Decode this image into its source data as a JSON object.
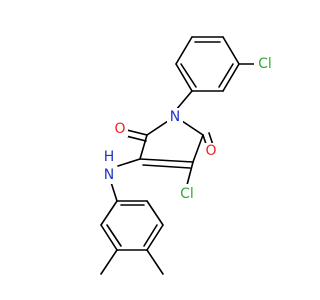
{
  "molecule": {
    "labels": {
      "cl_top": "Cl",
      "n_ring": "N",
      "o_left": "O",
      "o_right": "O",
      "nh": "N",
      "nh_h": "H",
      "cl_bottom": "Cl"
    },
    "colors": {
      "chlorine": "#33aa33",
      "nitrogen": "#2233cc",
      "oxygen": "#ee2222",
      "bond": "#000000",
      "background": "#ffffff"
    }
  }
}
